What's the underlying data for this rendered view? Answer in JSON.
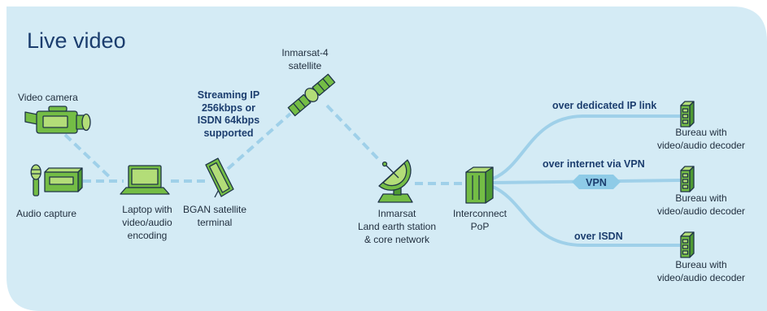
{
  "title": "Live video",
  "colors": {
    "panel": "#d4ebf5",
    "link": "#9fd0e9",
    "title": "#1b3d6e",
    "label_text": "#1f2d3d",
    "highlight": "#1b3d6e",
    "icon_green": "#74bd45",
    "icon_green_light": "#b3dd78",
    "icon_green_dark": "#4e9a33",
    "icon_outline": "#1f3447",
    "badge": "#8ecbe7"
  },
  "nodes": {
    "video_camera": {
      "label": "Video camera",
      "icon": "video-camera-icon"
    },
    "audio_capture": {
      "label": "Audio capture",
      "icon": "microphone-icon"
    },
    "laptop": {
      "label": "Laptop with\nvideo/audio\nencoding",
      "icon": "laptop-icon"
    },
    "bgan_terminal": {
      "label": "BGAN satellite\nterminal",
      "icon": "satellite-terminal-icon"
    },
    "satellite": {
      "label": "Inmarsat-4\nsatellite",
      "icon": "satellite-icon"
    },
    "land_earth_station": {
      "label": "Inmarsat\nLand earth station\n& core network",
      "icon": "satellite-dish-icon"
    },
    "interconnect": {
      "label": "Interconnect\nPoP",
      "icon": "server-rack-icon"
    }
  },
  "streaming_note": "Streaming IP\n256kbps or\nISDN 64kbps\nsupported",
  "routes": [
    {
      "label": "over dedicated IP link",
      "destination": "Bureau with\nvideo/audio decoder",
      "icon": "decoder-icon"
    },
    {
      "label": "over internet via VPN",
      "badge": "VPN",
      "destination": "Bureau with\nvideo/audio decoder",
      "icon": "decoder-icon"
    },
    {
      "label": "over ISDN",
      "destination": "Bureau with\nvideo/audio decoder",
      "icon": "decoder-icon"
    }
  ]
}
